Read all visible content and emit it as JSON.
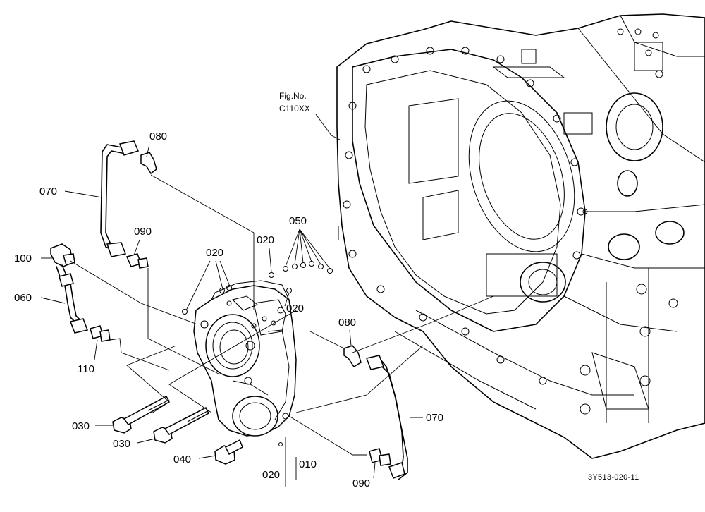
{
  "figure_ref": {
    "line1": "Fig.No.",
    "line2": "C110XX"
  },
  "diagram_code": "3Y513-020-11",
  "callouts": {
    "c010": "010",
    "c020_top": "020",
    "c020_right": "020",
    "c020_mid": "020",
    "c020_bottom": "020",
    "c030_upper": "030",
    "c030_lower": "030",
    "c040": "040",
    "c050": "050",
    "c060": "060",
    "c070_left": "070",
    "c070_right": "070",
    "c080_top": "080",
    "c080_mid": "080",
    "c090_upper": "090",
    "c090_lower": "090",
    "c100": "100",
    "c110": "110"
  }
}
